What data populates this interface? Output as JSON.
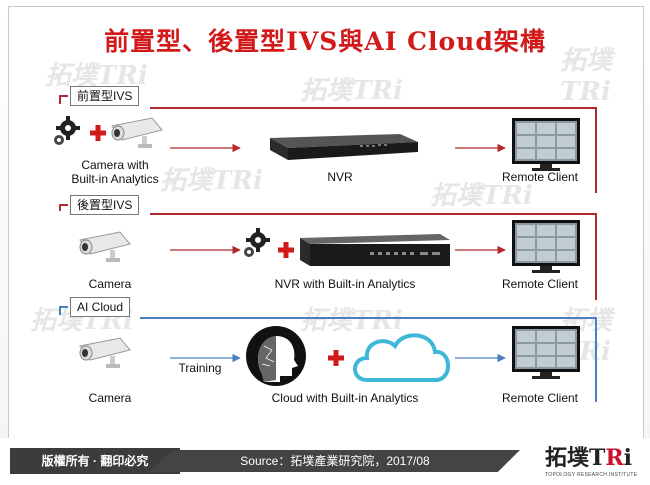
{
  "title": "前置型、後置型IVS與AI Cloud架構",
  "watermark": "拓墣TRi",
  "sections": {
    "front": {
      "tag": "前置型IVS",
      "camera_label": "Camera with\nBuilt-in Analytics",
      "nvr_label": "NVR",
      "client_label": "Remote Client"
    },
    "back": {
      "tag": "後置型IVS",
      "camera_label": "Camera",
      "nvr_label": "NVR with Built-in Analytics",
      "client_label": "Remote Client"
    },
    "cloud": {
      "tag": "AI Cloud",
      "camera_label": "Camera",
      "arrow_label": "Training",
      "cloud_label": "Cloud with Built-in Analytics",
      "client_label": "Remote Client"
    }
  },
  "footer": {
    "copyright": "版權所有 · 翻印必究",
    "source": "Source：拓墣產業研究院，2017/08",
    "logo_main": "拓墣TRi",
    "logo_sub": "TOPOLOGY RESEARCH INSTITUTE"
  },
  "colors": {
    "red_line": "#b22a2a",
    "blue_line": "#4a7fc1",
    "accent": "#d21a1a"
  }
}
